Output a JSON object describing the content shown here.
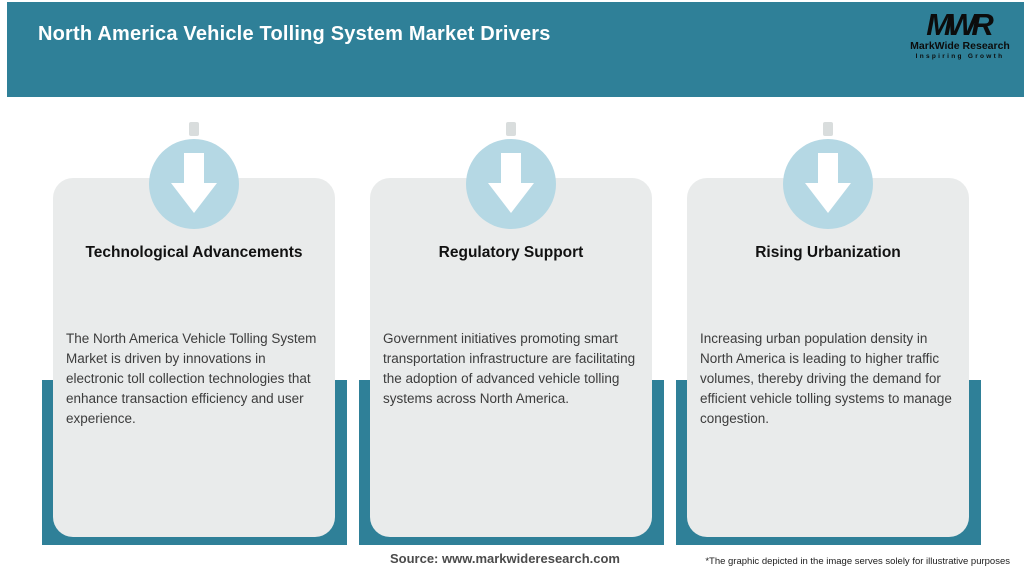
{
  "header": {
    "title": "North America Vehicle Tolling System Market Drivers",
    "logo": {
      "monogram": "MWR",
      "name": "MarkWide Research",
      "tagline": "Inspiring Growth"
    }
  },
  "cards": [
    {
      "title": "Technological Advancements",
      "body": "The North America Vehicle Tolling System Market is driven by innovations in electronic toll collection technologies that enhance transaction efficiency and user experience.",
      "icon": "down-arrow-icon"
    },
    {
      "title": "Regulatory Support",
      "body": "Government initiatives promoting smart transportation infrastructure are facilitating the adoption of advanced vehicle tolling systems across North America.",
      "icon": "down-arrow-icon"
    },
    {
      "title": "Rising Urbanization",
      "body": "Increasing urban population density in North America is leading to higher traffic volumes, thereby driving the demand for efficient vehicle tolling systems to manage congestion.",
      "icon": "down-arrow-icon"
    }
  ],
  "footer": {
    "source": "Source: www.markwideresearch.com",
    "disclaimer": "*The graphic depicted in the image serves solely for illustrative purposes"
  },
  "colors": {
    "teal": "#2f8098",
    "card_bg": "#e9ebeb",
    "circle_blue": "#b5d8e4",
    "title_text": "#ffffff"
  }
}
